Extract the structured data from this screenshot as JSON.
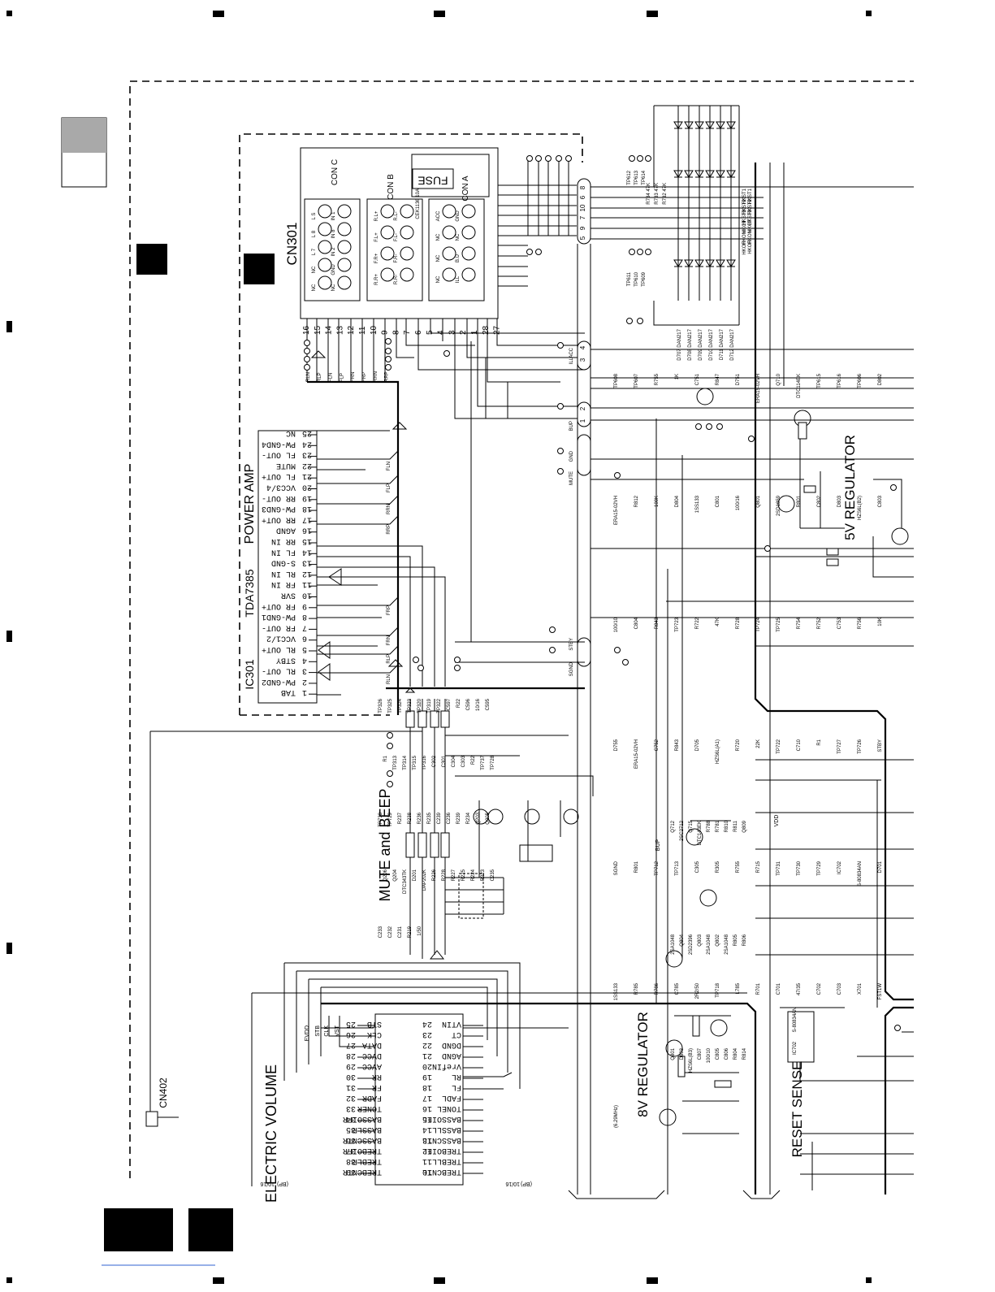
{
  "diagram": {
    "connector": {
      "ref": "CN301",
      "blocks": [
        {
          "label": "CON C",
          "pins": [
            "L S",
            "IN 1",
            "L 8",
            "IN 8",
            "L 7",
            "IN 2",
            "NC",
            "GND",
            "NC",
            "NC"
          ]
        },
        {
          "label": "CON B",
          "pins": [
            "R.L+",
            "R.L-",
            "F.L+",
            "F.L-",
            "F.R+",
            "F.R-",
            "R.R+",
            "R.R-"
          ]
        },
        {
          "label": "CON A",
          "pins": [
            "ACC",
            "GND",
            "NC",
            "NC",
            "NC",
            "B.U",
            "NC",
            "ILL"
          ]
        }
      ],
      "fuse": "FUSE",
      "fuse_note": "CEK1136  10A",
      "pin_numbers": [
        "16",
        "15",
        "14",
        "13",
        "12",
        "11",
        "10",
        "9",
        "8",
        "7",
        "6",
        "5",
        "4",
        "3",
        "2",
        "1",
        "28",
        "27"
      ],
      "net_labels": [
        "RLN",
        "RLP",
        "FLN",
        "FLP",
        "FRN",
        "FRP",
        "RRN",
        "RRP"
      ]
    },
    "power_amp": {
      "ref": "IC301",
      "part": "TDA7385",
      "title": "POWER AMP",
      "pins": [
        {
          "n": "25",
          "name": "NC"
        },
        {
          "n": "24",
          "name": "PW-GND4"
        },
        {
          "n": "23",
          "name": "FL OUT-"
        },
        {
          "n": "22",
          "name": "MUTE"
        },
        {
          "n": "21",
          "name": "FL OUT+"
        },
        {
          "n": "20",
          "name": "VCC3/4"
        },
        {
          "n": "19",
          "name": "RR OUT-"
        },
        {
          "n": "18",
          "name": "PW-GND3"
        },
        {
          "n": "17",
          "name": "RR OUT+"
        },
        {
          "n": "16",
          "name": "AGND"
        },
        {
          "n": "15",
          "name": "RR IN"
        },
        {
          "n": "14",
          "name": "FL IN"
        },
        {
          "n": "13",
          "name": "S-GND"
        },
        {
          "n": "12",
          "name": "RL IN"
        },
        {
          "n": "11",
          "name": "FR IN"
        },
        {
          "n": "10",
          "name": "SVR"
        },
        {
          "n": "9",
          "name": "FR OUT+"
        },
        {
          "n": "8",
          "name": "PW-GND1"
        },
        {
          "n": "7",
          "name": "FR OUT-"
        },
        {
          "n": "6",
          "name": "VCC1/2"
        },
        {
          "n": "5",
          "name": "RL OUT+"
        },
        {
          "n": "4",
          "name": "STBY"
        },
        {
          "n": "3",
          "name": "RL OUT-"
        },
        {
          "n": "2",
          "name": "PW-GND2"
        },
        {
          "n": "1",
          "name": "TAB"
        }
      ],
      "amp_net_labels": [
        "FLN",
        "FLP",
        "RRN",
        "RRP",
        "FRP",
        "FRN",
        "RLP",
        "RLN"
      ]
    },
    "sections": {
      "mute_beep": "MUTE and BEEP",
      "electric_volume": "ELECTRIC VOLUME",
      "reg_8v": "8V REGULATOR",
      "reg_5v": "5V REGULATOR",
      "reset": "RESET SENSE"
    },
    "ev_pins": [
      {
        "l_n": "25",
        "l_name": "STB",
        "r_n": "24",
        "r_name": "VTIN"
      },
      {
        "l_n": "26",
        "l_name": "CLK",
        "r_n": "23",
        "r_name": "CT"
      },
      {
        "l_n": "27",
        "l_name": "DATA",
        "r_n": "22",
        "r_name": "DGND"
      },
      {
        "l_n": "28",
        "l_name": "DVCC",
        "r_n": "21",
        "r_name": "AGND"
      },
      {
        "l_n": "29",
        "l_name": "AVCC",
        "r_n": "20",
        "r_name": "VrefIN"
      },
      {
        "l_n": "30",
        "l_name": "RR",
        "r_n": "19",
        "r_name": "RL"
      },
      {
        "l_n": "31",
        "l_name": "FR",
        "r_n": "18",
        "r_name": "FL"
      },
      {
        "l_n": "32",
        "l_name": "FADR",
        "r_n": "17",
        "r_name": "FADL"
      },
      {
        "l_n": "33",
        "l_name": "TONER",
        "r_n": "16",
        "r_name": "TONEL"
      },
      {
        "l_n": "34",
        "l_name": "BASSOIFR",
        "r_n": "15",
        "r_name": "BASSOIFL"
      },
      {
        "l_n": "35",
        "l_name": "BASSLR",
        "r_n": "14",
        "r_name": "BASSLL"
      },
      {
        "l_n": "36",
        "l_name": "BASSCNTR",
        "r_n": "13",
        "r_name": "BASSCNTL"
      },
      {
        "l_n": "37",
        "l_name": "TREBOIFR",
        "r_n": "12",
        "r_name": "TREBOIFL"
      },
      {
        "l_n": "38",
        "l_name": "TREBLR",
        "r_n": "11",
        "r_name": "TREBLL"
      },
      {
        "l_n": "39",
        "l_name": "TREBCNTR",
        "r_n": "10",
        "r_name": "TREBCNTL"
      }
    ],
    "ev_signals": [
      "STB",
      "CLK",
      "VST",
      "EVDD"
    ],
    "cn402": "CN402",
    "vdd": "VDD",
    "bup": "BUP",
    "reset_ic": {
      "ref": "IC702",
      "part": "S-80834AN"
    },
    "misc_labels": [
      "TP326",
      "TP325",
      "TP324",
      "TP323",
      "TP320",
      "TP319",
      "TP322",
      "C597",
      "R22",
      "C596",
      "10/16",
      "C595",
      "R1",
      "TP313",
      "TP314",
      "TP315",
      "TP316",
      "C302",
      "C301",
      "C304",
      "C303",
      "R22",
      "TP737",
      "TP728",
      "TP738",
      "TP729",
      "R237",
      "R238",
      "R236",
      "R235",
      "C239",
      "C236",
      "R239",
      "R234",
      "Q203",
      "Q205",
      "Q206",
      "Q204",
      "DTC343TK",
      "D201",
      "DAP202K",
      "R226",
      "R228",
      "R227",
      "R225",
      "R224",
      "R223",
      "C235",
      "C233",
      "C232",
      "C231",
      "R219",
      "1/50"
    ],
    "regulator_parts": [
      "Q712",
      "2SC2712",
      "Q715",
      "DTC143EK",
      "R788",
      "R781",
      "R810",
      "R811",
      "Q809",
      "2SA1048",
      "Q804",
      "2SD2396",
      "Q803",
      "2SA1048",
      "Q802",
      "2SA1048",
      "R805",
      "R806",
      "Q801",
      "D803",
      "HZS6L(B3)",
      "C807",
      "100/10",
      "C805",
      "C806",
      "R804",
      "R814"
    ],
    "right_parts": [
      "D707 DAN217",
      "D708 DAN217",
      "D709 DAN217",
      "D710 DAN217",
      "D711 DAN217",
      "D712 DAN217",
      "HKST1",
      "HKST2",
      "HKST3",
      "HKCT",
      "HKON",
      "HKOF",
      "TP612",
      "TP613",
      "TP614",
      "TP611",
      "TP610",
      "TP609",
      "R734 47K",
      "R733 47K",
      "R732 47K",
      "TP608",
      "TP607",
      "R755",
      "1K",
      "C751",
      "R847",
      "D751",
      "ERA15-02VH",
      "Q710",
      "DTC114EK",
      "TP615",
      "TP616",
      "TP606",
      "D802",
      "ERA15-02VH",
      "R812",
      "100K",
      "D804",
      "1SS133",
      "C801",
      "100/16",
      "Q801",
      "2SD1859",
      "R801",
      "C802",
      "D803",
      "HZS6L(B2)",
      "C803",
      "100/10",
      "C804",
      "R843",
      "TP723",
      "R722",
      "47K",
      "R728",
      "TP724",
      "TP725",
      "R754",
      "R752",
      "C753",
      "R756",
      "10K",
      "D755",
      "ERA15-02VH",
      "C752",
      "R843",
      "D705",
      "HZS6L(A1)",
      "R720",
      "22K",
      "TP722",
      "C710",
      "R1",
      "TP727",
      "TP726",
      "STBY",
      "SGND",
      "R801",
      "TP712",
      "TP713",
      "C305",
      "R305",
      "R755",
      "R715",
      "TP731",
      "TP730",
      "TP729",
      "IC702",
      "S-80834AN",
      "D701",
      "1SS133",
      "R785",
      "R786",
      "C785",
      "2R2/50",
      "TP718",
      "L785",
      "R701",
      "C701",
      "47/35",
      "C702",
      "C703",
      "X701",
      "FST1W",
      "(6.29MHz)"
    ],
    "trunk_pins": [
      "8",
      "6",
      "10",
      "7",
      "9",
      "5",
      "4",
      "3",
      "2",
      "1"
    ],
    "trunk_nets": [
      "HKST1",
      "HKST2",
      "HKST3",
      "HKCT",
      "HKON",
      "HKOF",
      "ACC",
      "ILL",
      "BUP",
      "GND",
      "MUTE",
      "STBY",
      "SGND"
    ],
    "bottom_nets": [
      "10/16",
      "(BP)",
      "10/16",
      "(BP)"
    ],
    "side_tab": "",
    "bottom_tabs": [
      "",
      ""
    ]
  }
}
